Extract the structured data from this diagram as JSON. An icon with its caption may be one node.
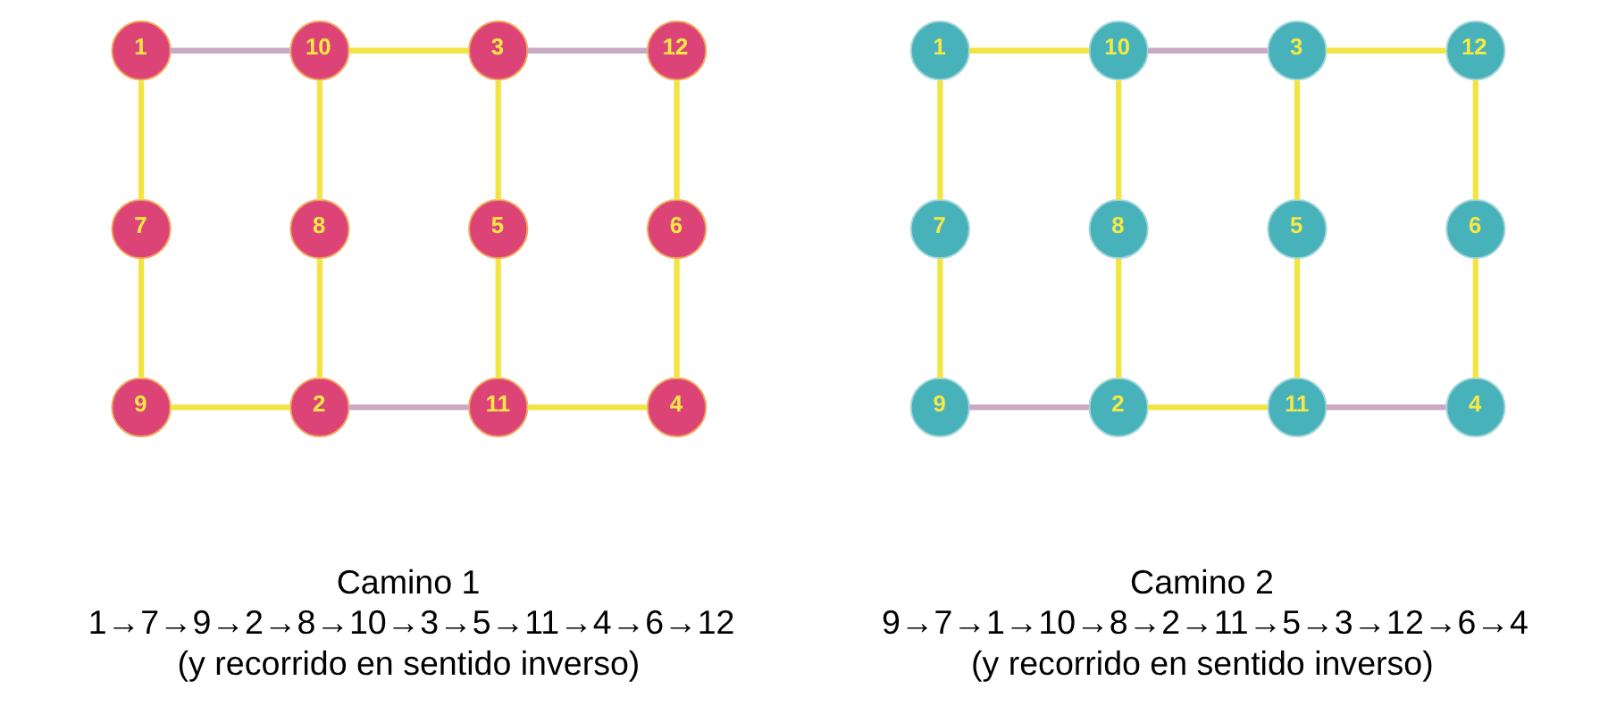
{
  "diagram": {
    "nodes": [
      {
        "text": [
          "1"
        ]
      },
      {
        "text": [
          "10"
        ]
      },
      {
        "text": [
          "3"
        ]
      },
      {
        "text": [
          "12"
        ]
      },
      {
        "text": [
          "7"
        ]
      },
      {
        "text": [
          "8"
        ]
      },
      {
        "text": [
          "5"
        ]
      },
      {
        "text": [
          "6"
        ]
      },
      {
        "text": [
          "9"
        ]
      },
      {
        "text": [
          "2"
        ]
      },
      {
        "text": [
          "11"
        ]
      },
      {
        "text": [
          "4"
        ]
      },
      {
        "text": [
          "1"
        ]
      },
      {
        "text": [
          "10"
        ]
      },
      {
        "text": [
          "3"
        ]
      },
      {
        "text": [
          "12"
        ]
      },
      {
        "text": [
          "7"
        ]
      },
      {
        "text": [
          "8"
        ]
      },
      {
        "text": [
          "5"
        ]
      },
      {
        "text": [
          "6"
        ]
      },
      {
        "text": [
          "9"
        ]
      },
      {
        "text": [
          "2"
        ]
      },
      {
        "text": [
          "11"
        ]
      },
      {
        "text": [
          "4"
        ]
      }
    ],
    "edges": [
      {
        "from": 0,
        "to": 1,
        "arrow": "none",
        "color": "#c9a9c6"
      },
      {
        "from": 1,
        "to": 2,
        "arrow": "none"
      },
      {
        "from": 2,
        "to": 3,
        "arrow": "none",
        "color": "#c9a9c6"
      },
      {
        "from": 0,
        "to": 4,
        "arrow": "none"
      },
      {
        "from": 1,
        "to": 5,
        "arrow": "none"
      },
      {
        "from": 2,
        "to": 6,
        "arrow": "none"
      },
      {
        "from": 3,
        "to": 7,
        "arrow": "none"
      },
      {
        "from": 4,
        "to": 8,
        "arrow": "none"
      },
      {
        "from": 5,
        "to": 9,
        "arrow": "none"
      },
      {
        "from": 6,
        "to": 10,
        "arrow": "none"
      },
      {
        "from": 7,
        "to": 11,
        "arrow": "none"
      },
      {
        "from": 8,
        "to": 9,
        "arrow": "none"
      },
      {
        "from": 9,
        "to": 10,
        "arrow": "none",
        "color": "#c9a9c6"
      },
      {
        "from": 10,
        "to": 11,
        "arrow": "none"
      },
      {
        "from": 12,
        "to": 13,
        "arrow": "none"
      },
      {
        "from": 13,
        "to": 14,
        "arrow": "none",
        "color": "#c9a9c6"
      },
      {
        "from": 14,
        "to": 15,
        "arrow": "none"
      },
      {
        "from": 12,
        "to": 16,
        "arrow": "none"
      },
      {
        "from": 13,
        "to": 17,
        "arrow": "none"
      },
      {
        "from": 14,
        "to": 18,
        "arrow": "none"
      },
      {
        "from": 15,
        "to": 19,
        "arrow": "none"
      },
      {
        "from": 16,
        "to": 20,
        "arrow": "none"
      },
      {
        "from": 17,
        "to": 21,
        "arrow": "none"
      },
      {
        "from": 18,
        "to": 22,
        "arrow": "none"
      },
      {
        "from": 19,
        "to": 23,
        "arrow": "none"
      },
      {
        "from": 20,
        "to": 21,
        "arrow": "none",
        "color": "#c9a9c6"
      },
      {
        "from": 21,
        "to": 22,
        "arrow": "none"
      },
      {
        "from": 22,
        "to": 23,
        "arrow": "none",
        "color": "#c9a9c6"
      }
    ],
    "labels": [
      "Camino 1",
      "1→7→9→2→8→10→3→5→11→4→6→12",
      "(y recorrido en sentido inverso)",
      "Camino 2",
      "9→7→1→10→8→2→11→5→3→12→6→4",
      "(y recorrido en sentido inverso)"
    ]
  }
}
